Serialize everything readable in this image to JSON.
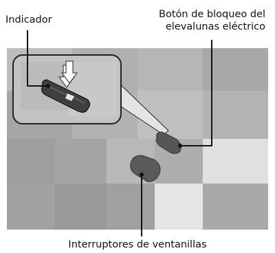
{
  "labels": {
    "indicator": "Indicador",
    "lock_button_line1": "Botón de bloqueo del",
    "lock_button_line2": "elevalunas eléctrico",
    "window_switches": "Interruptores de ventanillas"
  },
  "colors": {
    "panel_dark": "#9a9a9a",
    "panel_mid": "#b4b4b4",
    "panel_light": "#c8c8c8",
    "panel_highlight": "#e2e2e2",
    "switch_dark": "#5a5a5a",
    "leader_line": "#111111"
  },
  "icons": {
    "arrow": "press-down-arrow",
    "lock": "window-lock-icon"
  }
}
